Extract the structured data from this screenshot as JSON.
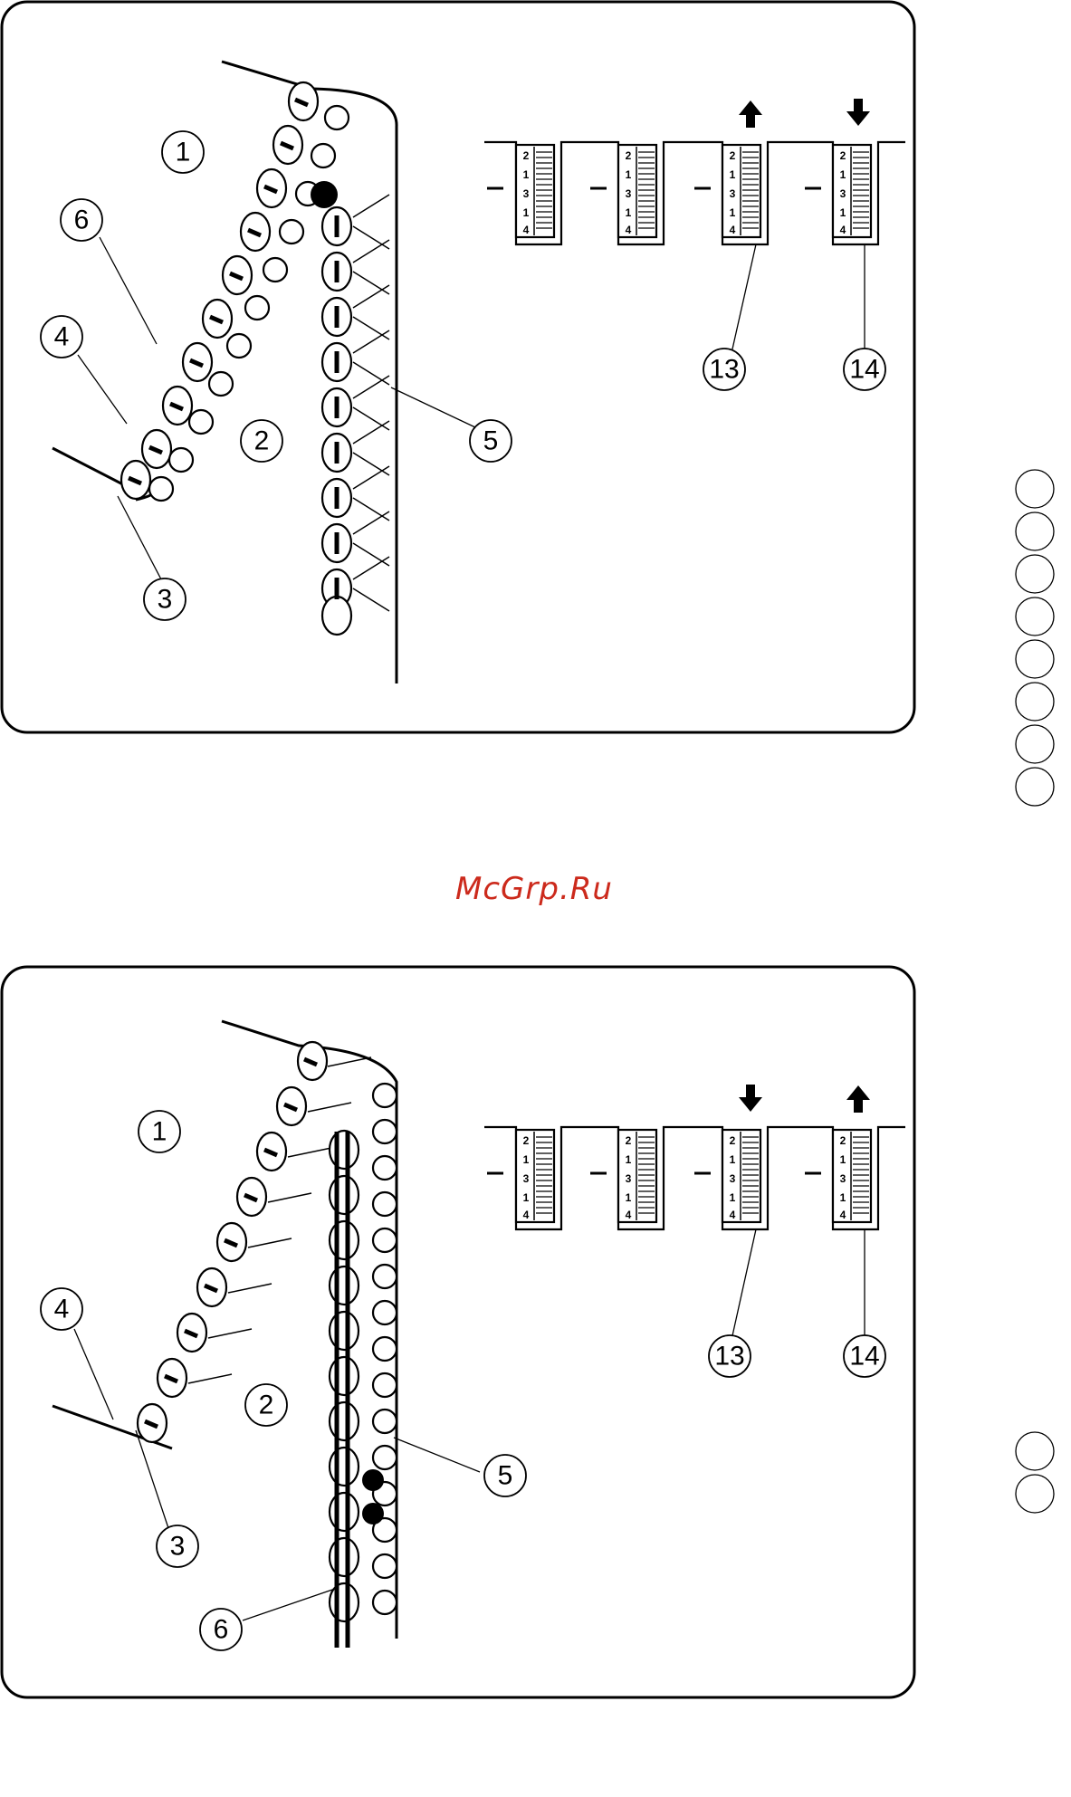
{
  "watermark": "McGrp.Ru",
  "colors": {
    "watermark": "#cc2a1c",
    "ink": "#000000",
    "paper": "#ffffff"
  },
  "dial_numbers": [
    "2",
    "1",
    "3",
    "1",
    "4"
  ],
  "top_diagram": {
    "callouts": {
      "c1": "1",
      "c2": "2",
      "c3": "3",
      "c4": "4",
      "c5": "5",
      "c6": "6",
      "c13": "13",
      "c14": "14"
    },
    "arrows": {
      "third_dial": "up",
      "fourth_dial": "down"
    }
  },
  "bottom_diagram": {
    "callouts": {
      "c1": "1",
      "c2": "2",
      "c3": "3",
      "c4": "4",
      "c5": "5",
      "c6": "6",
      "c13": "13",
      "c14": "14"
    },
    "arrows": {
      "third_dial": "down",
      "fourth_dial": "up"
    }
  },
  "side_markers": {
    "top_group_count": 8,
    "bottom_group_count": 2
  }
}
